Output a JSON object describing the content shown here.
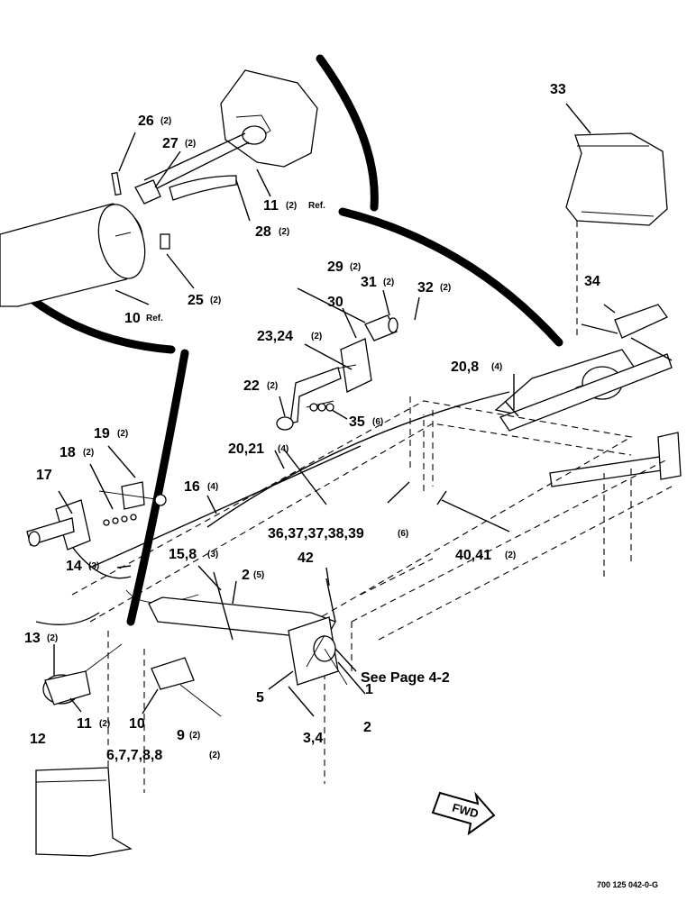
{
  "callouts": {
    "c33": "33",
    "c34": "34",
    "c26": "26",
    "q26": "(2)",
    "c27": "27",
    "q27": "(2)",
    "c11a": "11",
    "q11a": "(2)",
    "ref11a": "Ref.",
    "c28": "28",
    "q28": "(2)",
    "c25": "25",
    "q25": "(2)",
    "c10a": "10",
    "ref10a": "Ref.",
    "c29": "29",
    "q29": "(2)",
    "c31": "31",
    "q31": "(2)",
    "c32": "32",
    "q32": "(2)",
    "c30": "30",
    "c2324": "23,24",
    "q2324": "(2)",
    "c208a": "20,8",
    "q208a": "(4)",
    "c22": "22",
    "q22": "(2)",
    "c35": "35",
    "q35": "(6)",
    "c19": "19",
    "q19": "(2)",
    "c18": "18",
    "q18": "(2)",
    "c17": "17",
    "c2021": "20,21",
    "q2021": "(4)",
    "c16": "16",
    "q16": "(4)",
    "c36": "36,37,37,38,39",
    "q36": "(6)",
    "c4041": "40,41",
    "q4041": "(2)",
    "c158": "15,8",
    "q158": "(3)",
    "c42": "42",
    "c14": "14",
    "q14": "(3)",
    "c2": "2",
    "q2": "(5)",
    "c13": "13",
    "q13": "(2)",
    "seepage": "See Page 4-2",
    "c1": "1",
    "c5": "5",
    "c2b": "2",
    "c11b": "11",
    "q11b": "(2)",
    "c10b": "10",
    "c9": "9",
    "q9": "(2)",
    "c678": "6,7,7,8,8",
    "q678": "(2)",
    "c34b": "3,4",
    "c12": "12"
  },
  "fwd_label": "FWD",
  "drawing_number": "700 125 042-0-G"
}
